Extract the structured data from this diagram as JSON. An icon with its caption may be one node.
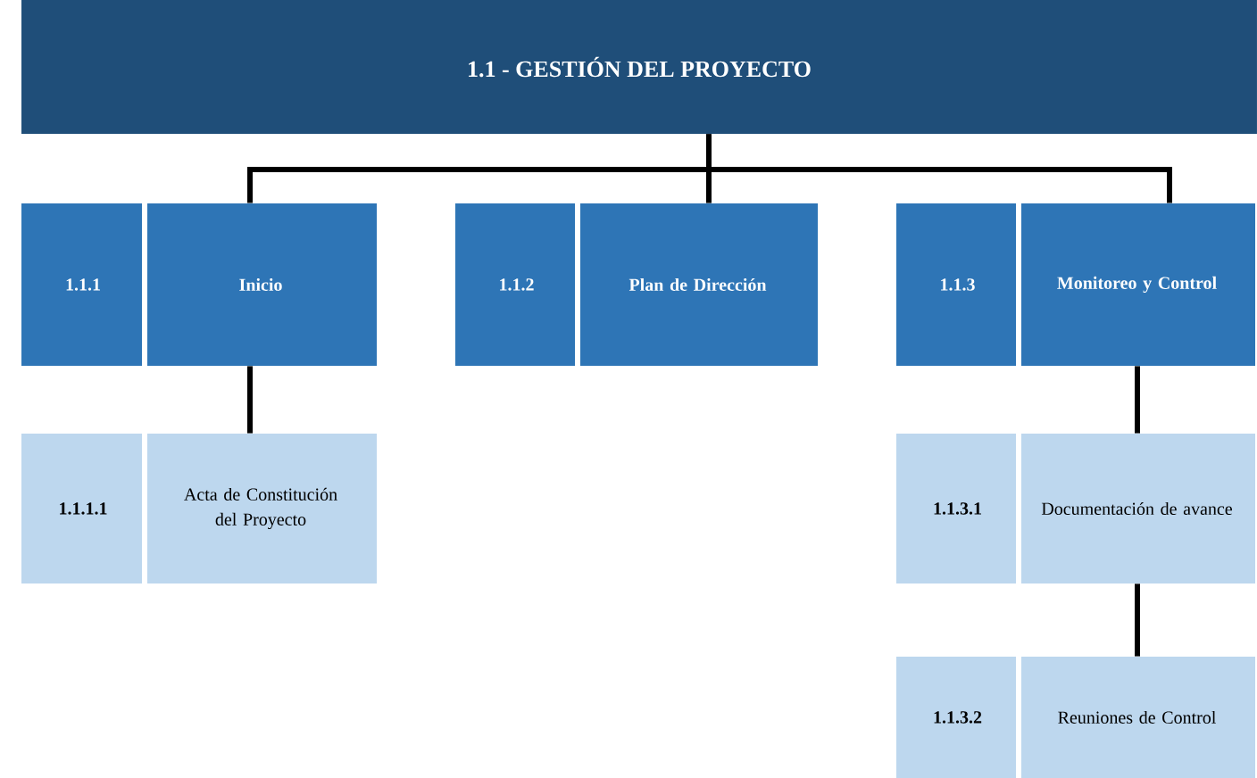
{
  "diagram": {
    "nodes": [
      {
        "text": [
          "1.1 - GESTIÓN DEL PROYECTO"
        ]
      },
      {
        "text": [
          "1.1.1",
          "Inicio"
        ]
      },
      {
        "text": [
          "1.1.2",
          "Plan de Dirección"
        ]
      },
      {
        "text": [
          "1.1.3",
          "Monitoreo y Control"
        ]
      },
      {
        "text": [
          "1.1.1.1",
          "Acta de Constitución del Proyecto"
        ]
      },
      {
        "text": [
          "1.1.3.1",
          "Documentación de avance"
        ]
      },
      {
        "text": [
          "1.1.3.2",
          "Reuniones de Control"
        ]
      }
    ],
    "edges": [
      {
        "from": 0,
        "to": 1,
        "arrow": "none"
      },
      {
        "from": 0,
        "to": 2,
        "arrow": "none"
      },
      {
        "from": 0,
        "to": 3,
        "arrow": "none"
      },
      {
        "from": 1,
        "to": 4,
        "arrow": "none"
      },
      {
        "from": 3,
        "to": 5,
        "arrow": "none"
      },
      {
        "from": 5,
        "to": 6,
        "arrow": "none"
      }
    ]
  }
}
